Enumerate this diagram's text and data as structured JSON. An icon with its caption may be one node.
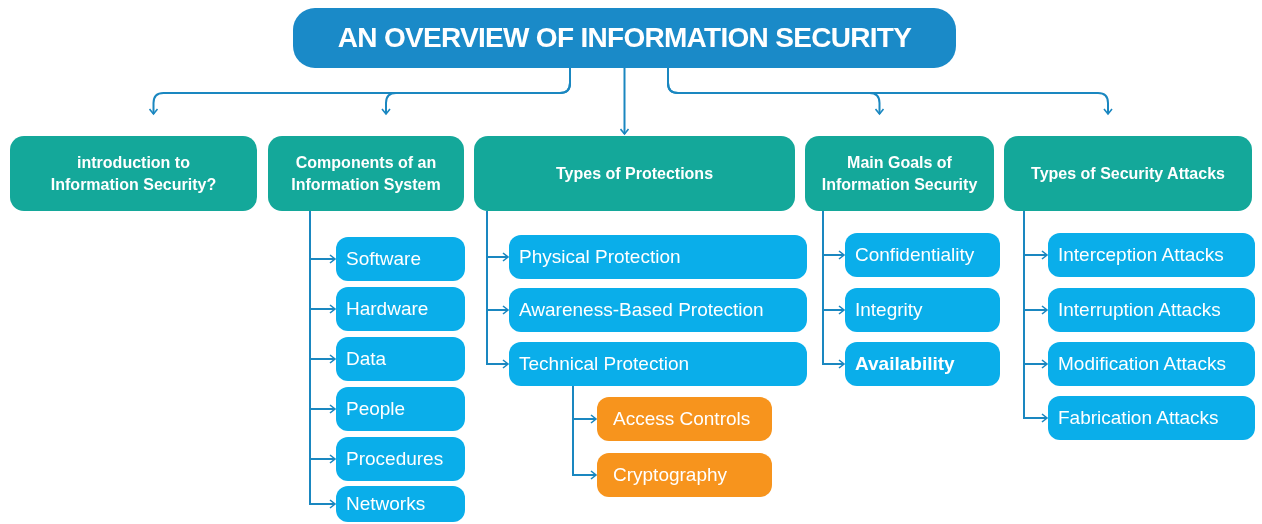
{
  "diagram": {
    "title": "AN OVERVIEW OF INFORMATION SECURITY",
    "nodes": [
      {
        "text": [],
        "shape": "box"
      },
      {
        "text": [
          "introduction to Information Security?"
        ]
      },
      {
        "text": [
          "Components of an Information System"
        ]
      },
      {
        "text": [
          "Types of Protections"
        ]
      },
      {
        "text": [
          "Main Goals of Information Security"
        ]
      },
      {
        "text": [
          "Types of Security Attacks"
        ]
      },
      {
        "text": [
          "Software"
        ]
      },
      {
        "text": [
          "Hardware"
        ]
      },
      {
        "text": [
          "Data"
        ]
      },
      {
        "text": [
          "People"
        ]
      },
      {
        "text": [
          "Procedures"
        ]
      },
      {
        "text": [
          "Networks"
        ]
      },
      {
        "text": [
          "Physical Protection"
        ]
      },
      {
        "text": [
          "Awareness-Based Protection"
        ]
      },
      {
        "text": [
          "Technical Protection"
        ]
      },
      {
        "text": [
          "Access Controls"
        ]
      },
      {
        "text": [
          "Cryptography"
        ]
      },
      {
        "text": [
          "Confidentiality"
        ]
      },
      {
        "text": [
          "Integrity"
        ]
      },
      {
        "text": [
          "Availability"
        ]
      },
      {
        "text": [
          "Interception Attacks"
        ]
      },
      {
        "text": [
          "Interruption Attacks"
        ]
      },
      {
        "text": [
          "Modification Attacks"
        ]
      },
      {
        "text": [
          "Fabrication Attacks"
        ]
      }
    ],
    "edges": [
      {
        "from": 0,
        "to": 1,
        "arrow": "to"
      },
      {
        "from": 0,
        "to": 2,
        "arrow": "to"
      },
      {
        "from": 0,
        "to": 3,
        "arrow": "to"
      },
      {
        "from": 0,
        "to": 4,
        "arrow": "to"
      },
      {
        "from": 0,
        "to": 5,
        "arrow": "to"
      },
      {
        "from": 2,
        "to": 6,
        "arrow": "to"
      },
      {
        "from": 2,
        "to": 7,
        "arrow": "to"
      },
      {
        "from": 2,
        "to": 8,
        "arrow": "to"
      },
      {
        "from": 2,
        "to": 9,
        "arrow": "to"
      },
      {
        "from": 2,
        "to": 10,
        "arrow": "to"
      },
      {
        "from": 2,
        "to": 11,
        "arrow": "to"
      },
      {
        "from": 3,
        "to": 12,
        "arrow": "to"
      },
      {
        "from": 3,
        "to": 13,
        "arrow": "to"
      },
      {
        "from": 3,
        "to": 14,
        "arrow": "to"
      },
      {
        "from": 14,
        "to": 15,
        "arrow": "to"
      },
      {
        "from": 14,
        "to": 16,
        "arrow": "to"
      },
      {
        "from": 4,
        "to": 17,
        "arrow": "to"
      },
      {
        "from": 4,
        "to": 18,
        "arrow": "to"
      },
      {
        "from": 4,
        "to": 19,
        "arrow": "to"
      },
      {
        "from": 5,
        "to": 20,
        "arrow": "to"
      },
      {
        "from": 5,
        "to": 21,
        "arrow": "to"
      },
      {
        "from": 5,
        "to": 22,
        "arrow": "to"
      },
      {
        "from": 5,
        "to": 23,
        "arrow": "to"
      }
    ]
  }
}
